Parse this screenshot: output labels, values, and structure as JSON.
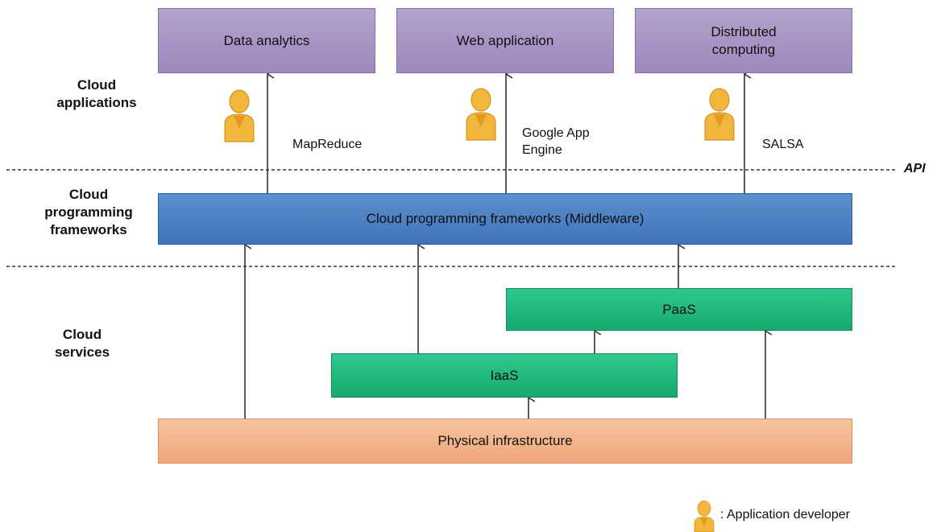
{
  "sections": {
    "applications": "Cloud\napplications",
    "frameworks": "Cloud\nprogramming\nframeworks",
    "services": "Cloud\nservices"
  },
  "apps": {
    "data_analytics": "Data analytics",
    "web_application": "Web application",
    "distributed_computing": "Distributed\ncomputing"
  },
  "frameworks": {
    "mapreduce": "MapReduce",
    "google_app_engine": "Google App\nEngine",
    "salsa": "SALSA"
  },
  "api_label": "API",
  "middleware": "Cloud programming frameworks (Middleware)",
  "paas": "PaaS",
  "iaas": "IaaS",
  "physical": "Physical infrastructure",
  "legend": ": Application developer",
  "colors": {
    "apps": "#a592c4",
    "middleware": "#4a7fc1",
    "services": "#1fb57c",
    "physical": "#f3b58b"
  },
  "icons": {
    "developer": "person-icon"
  }
}
